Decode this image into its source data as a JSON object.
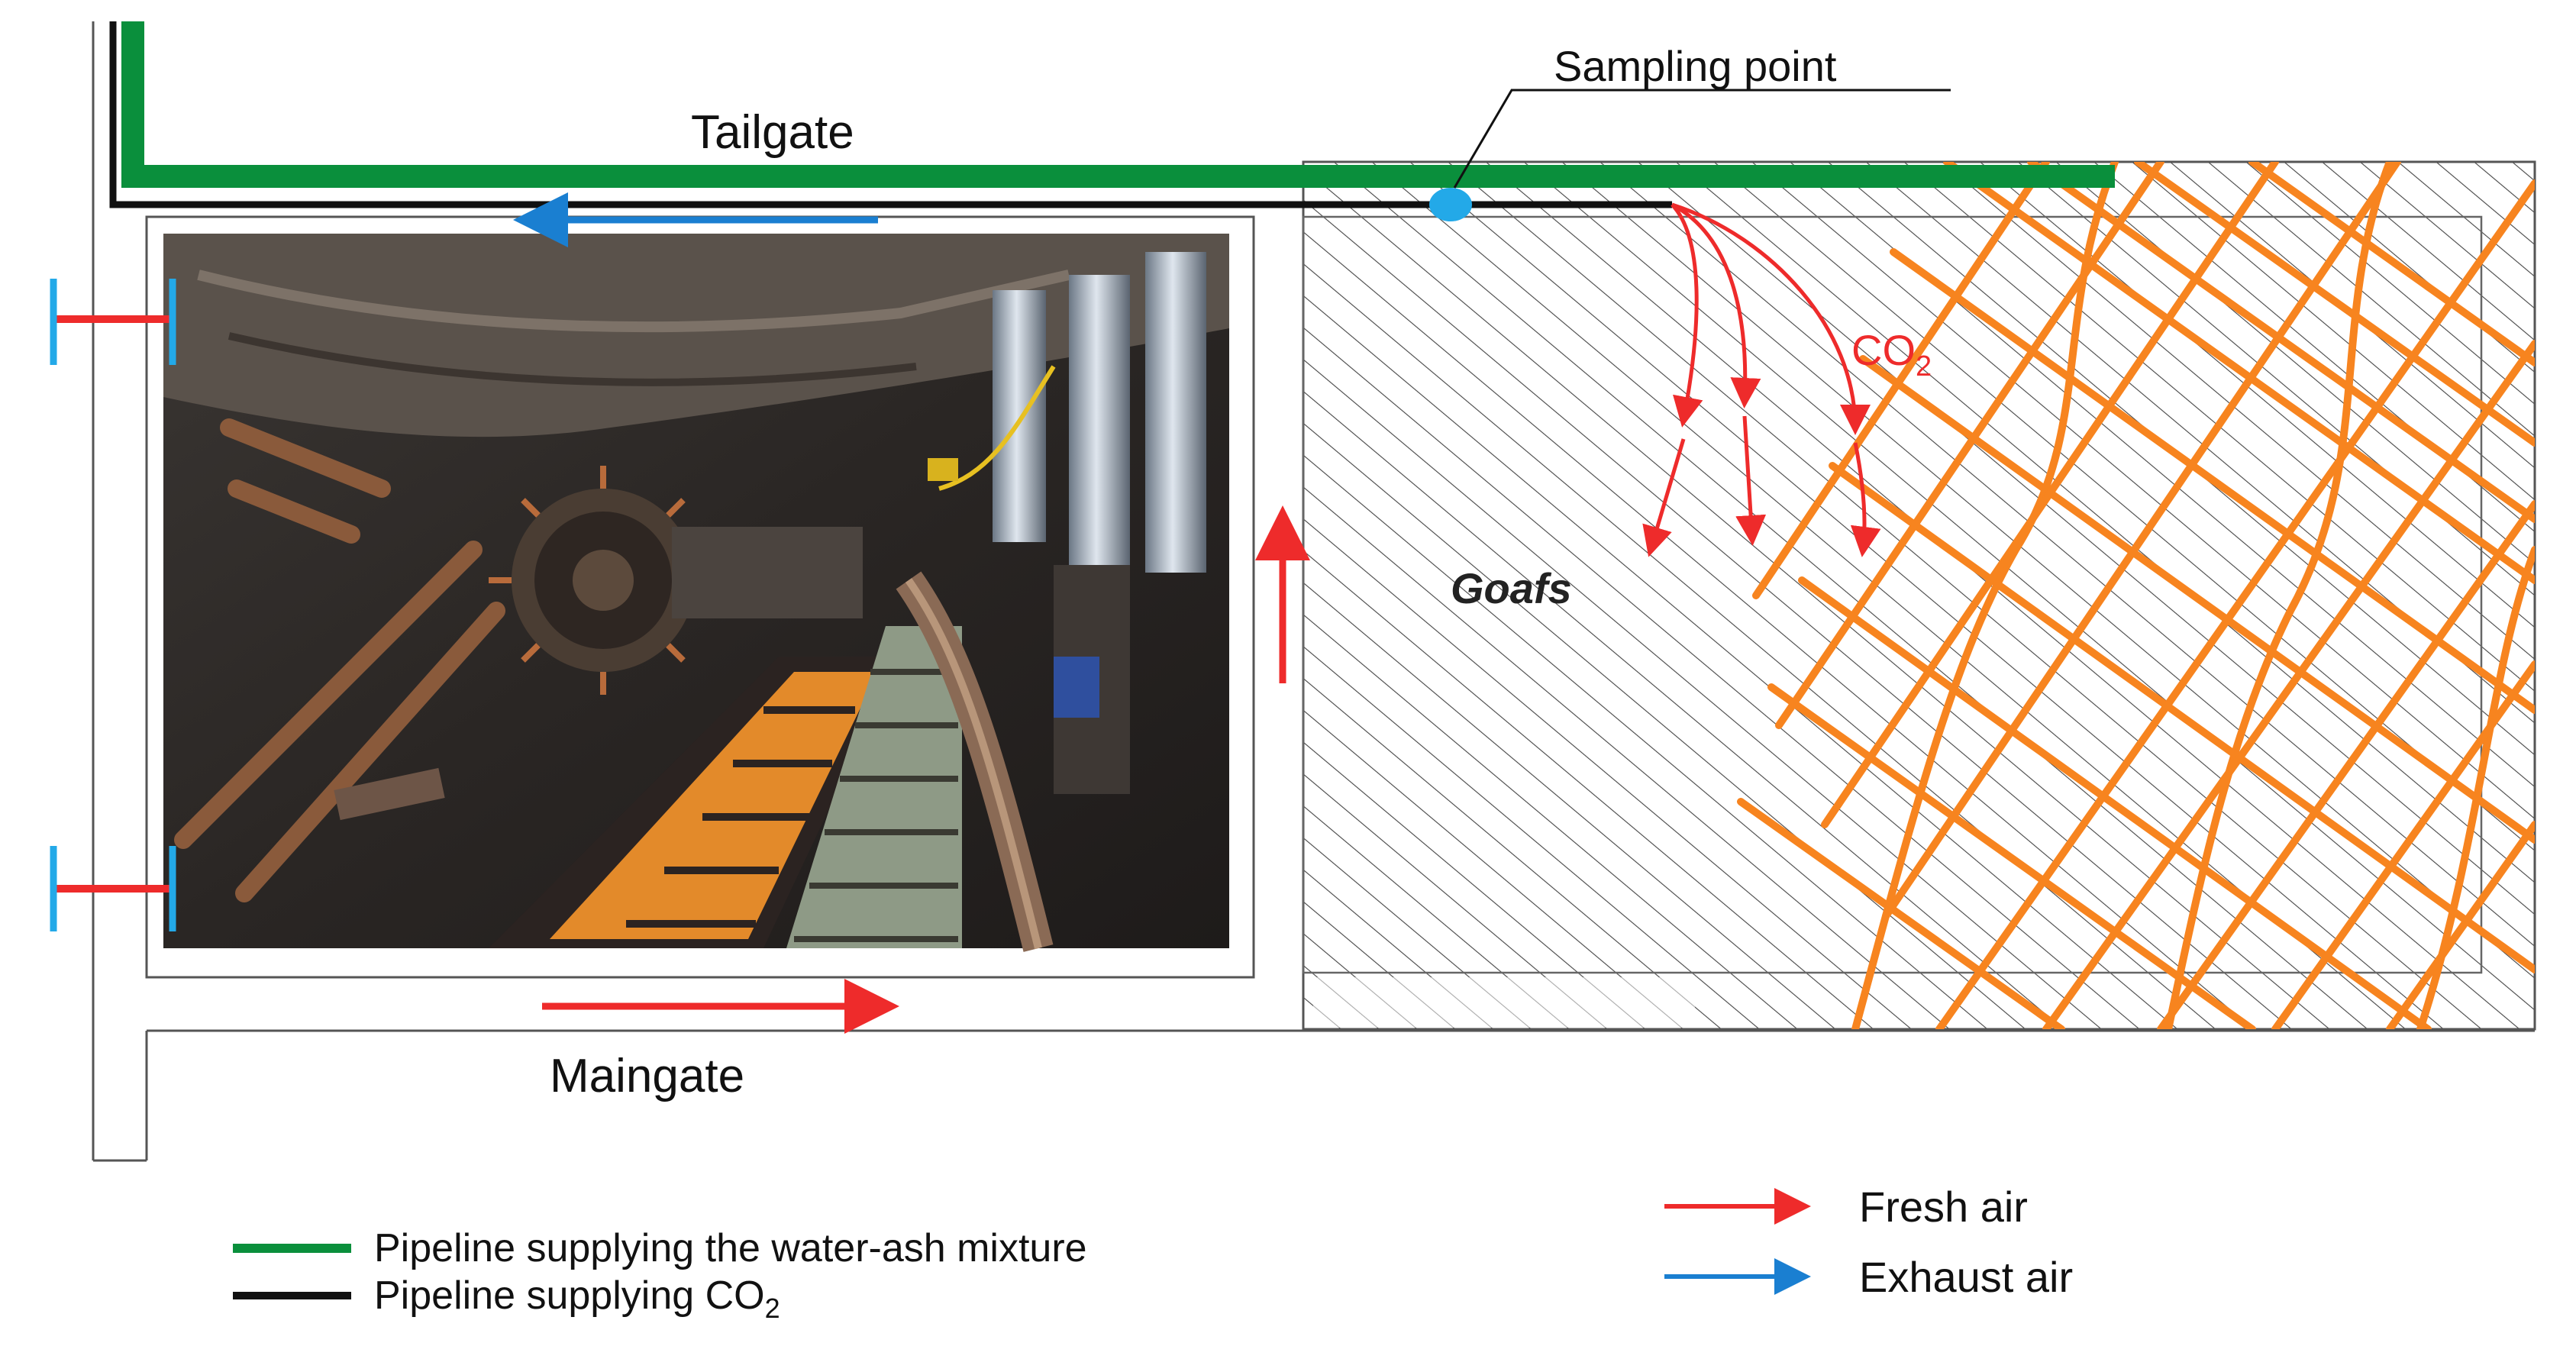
{
  "labels": {
    "tailgate": "Tailgate",
    "maingate": "Maingate",
    "sampling_point": "Sampling point",
    "goafs": "Goafs",
    "co2_main": "CO",
    "co2_sub": "2"
  },
  "legend": {
    "water_ash_pipeline": "Pipeline supplying the water-ash mixture",
    "co2_pipeline_main": "Pipeline supplying CO",
    "co2_pipeline_sub": "2",
    "fresh_air": "Fresh air",
    "exhaust_air": "Exhaust air"
  },
  "colors": {
    "water_ash_pipeline": "#0a8f3c",
    "co2_pipeline": "#111111",
    "fresh_air": "#ee2b2b",
    "exhaust_air": "#1a7fd1",
    "stowing": "#f7841f",
    "sampling_point": "#23a9e8",
    "goaf_hatch": "#444444"
  },
  "photo": {
    "icon": "longwall-shearer-photo"
  }
}
